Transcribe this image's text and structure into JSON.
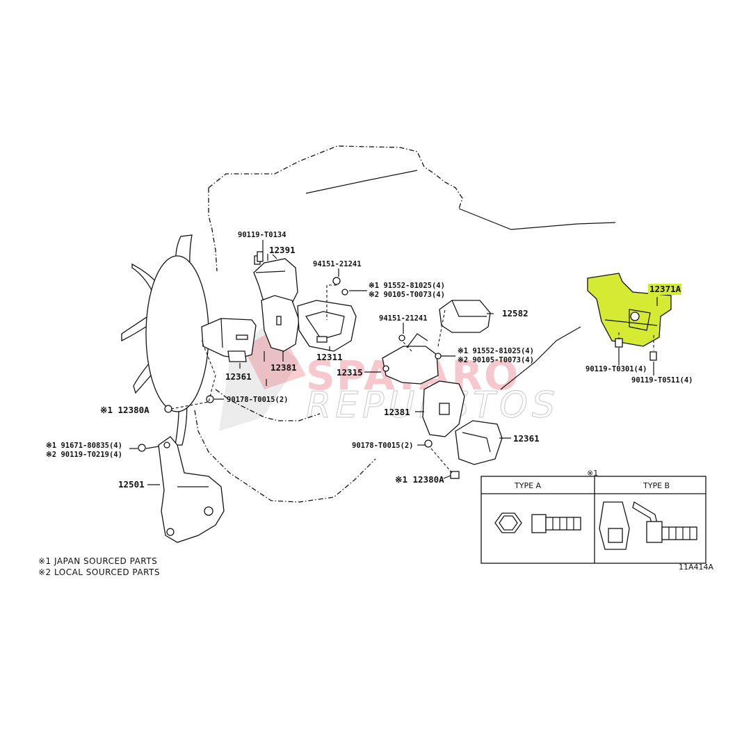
{
  "labels": {
    "p90119_t0134": "90119-T0134",
    "p12391": "12391",
    "p94151_21241_a": "94151-21241",
    "p91552_81025_a": "※1 91552-81025(4)",
    "p90105_t0073_a": "※2 90105-T0073(4)",
    "p12582": "12582",
    "p94151_21241_b": "94151-21241",
    "p91552_81025_b": "※1 91552-81025(4)",
    "p90105_t0073_b": "※2 90105-T0073(4)",
    "p12361_a": "12361",
    "p12381_a": "12381",
    "p12311": "12311",
    "p12315": "12315",
    "p12381_b": "12381",
    "p90178_t0015_a": "90178-T0015(2)",
    "p12380a_a": "※1 12380A",
    "p90178_t0015_b": "90178-T0015(2)",
    "p12361_b": "12361",
    "p12380a_b": "※1 12380A",
    "p91671_80835": "※1 91671-80835(4)",
    "p90119_t0219": "※2 90119-T0219(4)",
    "p12501": "12501",
    "p12371a": "12371A",
    "p90119_t0301": "90119-T0301(4)",
    "p90119_t0511": "90119-T0511(4)"
  },
  "legend": {
    "japan": "※1 JAPAN SOURCED PARTS",
    "local": "※2 LOCAL SOURCED PARTS"
  },
  "inset": {
    "marker": "※1",
    "type_a": "TYPE A",
    "type_b": "TYPE B"
  },
  "diagram_code": "11A414A",
  "watermark": {
    "brand": "SPATARO",
    "sub": "REPUESTOS"
  },
  "colors": {
    "highlight": "#d4ea33",
    "watermark": "#e23b4a",
    "line": "#111111"
  }
}
